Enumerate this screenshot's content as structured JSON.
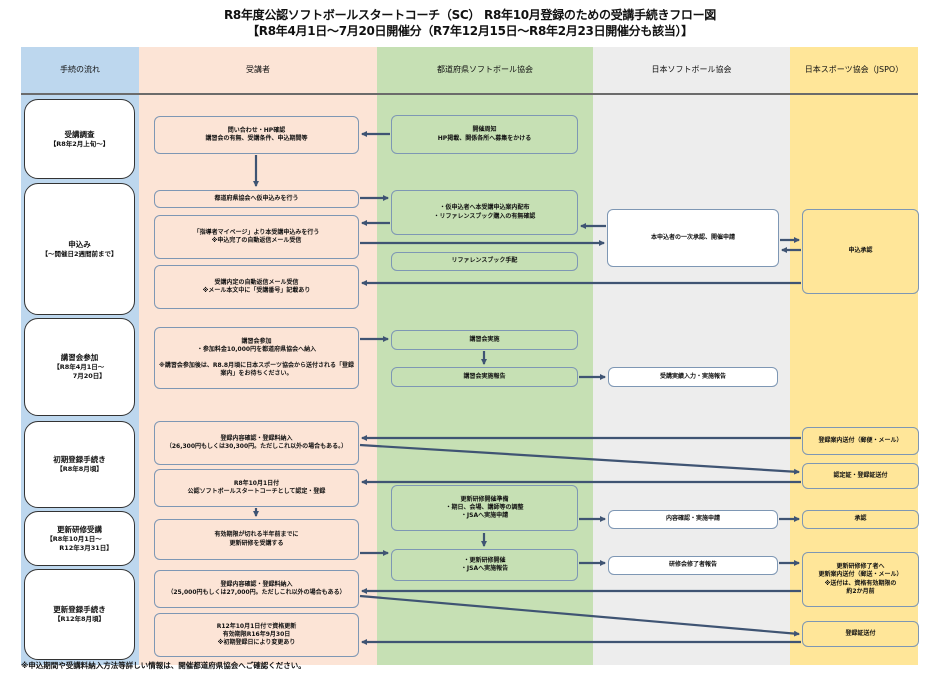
{
  "title": {
    "line1": "R8年度公認ソフトボールスタートコーチ（SC） R8年10月登録のための受講手続きフロー図",
    "line2": "【R8年4月1日～7月20日開催分（R7年12月15日～R8年2月23日開催分も該当）】"
  },
  "columns": [
    {
      "label": "手続の流れ",
      "color": "#bdd7ee"
    },
    {
      "label": "受講者",
      "color": "#fce4d6"
    },
    {
      "label": "都道府県ソフトボール協会",
      "color": "#c6e0b4"
    },
    {
      "label": "日本ソフトボール協会",
      "color": "#ededed"
    },
    {
      "label": "日本スポーツ協会（JSPO）",
      "color": "#ffe699"
    }
  ],
  "stages": [
    {
      "name": "受講調査",
      "sub": "【R8年2月上旬～】"
    },
    {
      "name": "申込み",
      "sub": "【～開催日2週間前まで】"
    },
    {
      "name": "講習会参加",
      "sub": "【R8年4月1日～\n　　　7月20日】"
    },
    {
      "name": "初期登録手続き",
      "sub": "【R8年8月頃】"
    },
    {
      "name": "更新研修受講",
      "sub": "【R8年10月1日～\n　　R12年3月31日】"
    },
    {
      "name": "更新登録手続き",
      "sub": "【R12年8月頃】"
    }
  ],
  "boxes": {
    "inquiry": "問い合わせ・HP確認\n講習会の有無、受講条件、申込期間等",
    "publicity": "開催周知\nHP掲載、関係各所へ募集をかける",
    "provisional_apply": "都道府県協会へ仮申込みを行う",
    "pref_distribute": "・仮申込者へ本受講申込案内配布\n・リファレンスブック購入の有無確認",
    "main_apply": "「指導者マイページ」より本受講申込みを行う\n※申込完了の自動返信メール受信",
    "jsa_review": "本申込者の一次承認、開催申請",
    "jspo_approve": "申込承認",
    "reference_book": "リファレンスブック手配",
    "confirm_mail": "受講内定の自動返信メール受信\n※メール本文中に「受講番号」記載あり",
    "attend": "講習会参加\n・参加料金10,000円を都道府県協会へ納入\n\n※講習会参加後は、R8.8月頃に日本スポーツ協会から送付される「登録案内」をお待ちください。",
    "hold_course": "講習会実施",
    "course_report": "講習会実施報告",
    "jsa_input": "受講実績入力・実施報告",
    "register_fee": "登録内容確認・登録料納入\n（26,300円もしくは30,300円。ただしこれ以外の場合もある。）",
    "jspo_reg_guide": "登録案内送付（郵便・メール）",
    "certified": "R8年10月1日付\n公認ソフトボールスタートコーチとして認定・登録",
    "jspo_cert_send": "認定証・登録証送付",
    "renew_prep": "更新研修開催準備\n・期日、会場、講師等の調整\n・JSAへ実施申請",
    "jsa_check": "内容確認・実施申請",
    "jspo_approve2": "承認",
    "renew_before": "有効期限が切れる半年前までに\n更新研修を受講する",
    "renew_hold": "・更新研修開催\n・JSAへ実施報告",
    "jsa_completion": "研修会修了者報告",
    "jspo_renew_guide": "更新研修修了者へ\n更新案内送付（郵送・メール）\n※送付は、資格有効期限の\n約2か月前",
    "renew_fee": "登録内容確認・登録料納入\n（25,000円もしくは27,000円。ただしこれ以外の場合もある）",
    "renewed": "R12年10月1日付で資格更新\n有効期限R16年9月30日\n※初期登録日により変更あり",
    "jspo_reg_send": "登録証送付"
  },
  "footer": "※申込期間や受講料納入方法等詳しい情報は、開催都道府県協会へご確認ください。"
}
